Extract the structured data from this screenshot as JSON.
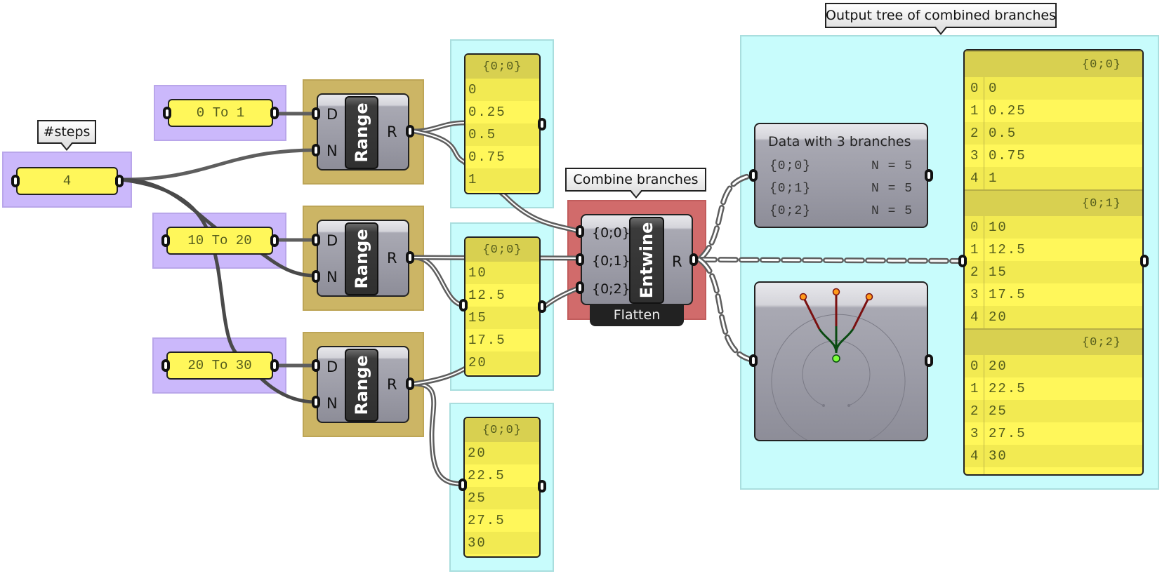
{
  "callouts": {
    "steps": "#steps",
    "combine": "Combine branches",
    "output_tree": "Output tree of combined branches"
  },
  "sliders": {
    "steps": "4",
    "domain1": "0 To 1",
    "domain2": "10 To 20",
    "domain3": "20 To 30"
  },
  "range_components": [
    {
      "nickname": "Range",
      "inputs": [
        "D",
        "N"
      ],
      "output": "R"
    },
    {
      "nickname": "Range",
      "inputs": [
        "D",
        "N"
      ],
      "output": "R"
    },
    {
      "nickname": "Range",
      "inputs": [
        "D",
        "N"
      ],
      "output": "R"
    }
  ],
  "range_panels": [
    {
      "header": "{0;0}",
      "values": [
        "0",
        "0.25",
        "0.5",
        "0.75",
        "1"
      ]
    },
    {
      "header": "{0;0}",
      "values": [
        "10",
        "12.5",
        "15",
        "17.5",
        "20"
      ]
    },
    {
      "header": "{0;0}",
      "values": [
        "20",
        "22.5",
        "25",
        "27.5",
        "30"
      ]
    }
  ],
  "entwine": {
    "nickname": "Entwine",
    "inputs": [
      "{0;0}",
      "{0;1}",
      "{0;2}"
    ],
    "output": "R",
    "flag": "Flatten"
  },
  "param_viewer": {
    "title": "Data with 3 branches",
    "branches": [
      {
        "path": "{0;0}",
        "count": "N = 5"
      },
      {
        "path": "{0;1}",
        "count": "N = 5"
      },
      {
        "path": "{0;2}",
        "count": "N = 5"
      }
    ]
  },
  "tree_viewer": {
    "branches": 3,
    "colors": {
      "leaf": "#ff9a1a",
      "root": "#7cff3a",
      "branch": "#7a1010",
      "stem": "#0a4a12"
    }
  },
  "output_panel": {
    "branches": [
      {
        "header": "{0;0}",
        "items": [
          [
            "0",
            "0"
          ],
          [
            "1",
            "0.25"
          ],
          [
            "2",
            "0.5"
          ],
          [
            "3",
            "0.75"
          ],
          [
            "4",
            "1"
          ]
        ]
      },
      {
        "header": "{0;1}",
        "items": [
          [
            "0",
            "10"
          ],
          [
            "1",
            "12.5"
          ],
          [
            "2",
            "15"
          ],
          [
            "3",
            "17.5"
          ],
          [
            "4",
            "20"
          ]
        ]
      },
      {
        "header": "{0;2}",
        "items": [
          [
            "0",
            "20"
          ],
          [
            "1",
            "22.5"
          ],
          [
            "2",
            "25"
          ],
          [
            "3",
            "27.5"
          ],
          [
            "4",
            "30"
          ]
        ]
      }
    ]
  }
}
